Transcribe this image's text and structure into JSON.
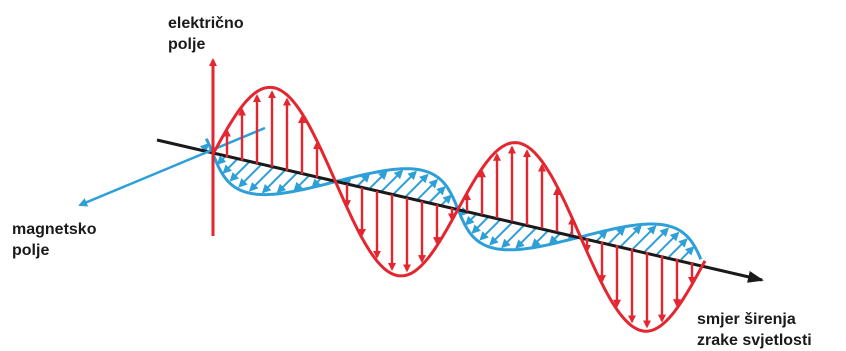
{
  "labels": {
    "electric": [
      "električno",
      "polje"
    ],
    "magnetic": [
      "magnetsko",
      "polje"
    ],
    "direction": [
      "smjer širenja",
      "zrake svjetlosti"
    ]
  },
  "colors": {
    "electric_wave": "#e3262f",
    "magnetic_wave": "#2f9fd8",
    "propagation_axis": "#1a1a1a",
    "text": "#1a1a1a"
  }
}
